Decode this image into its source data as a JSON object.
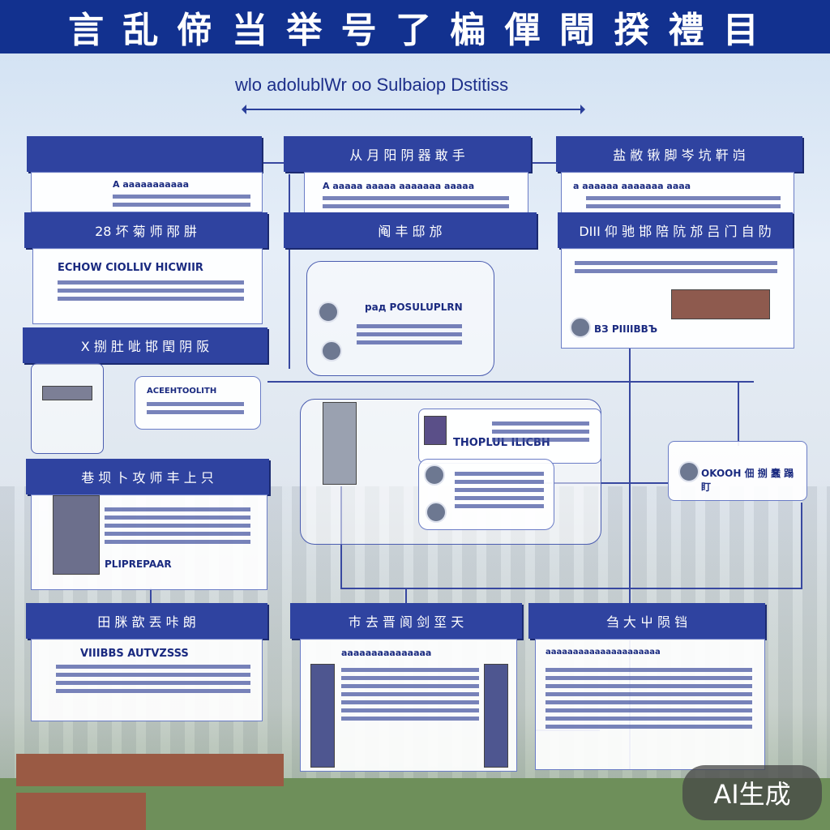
{
  "header": {
    "title": "言 乱 偙 当 举 号 了 楄 僤 閜 揆 禮 目"
  },
  "subtitle": "wlo adolublWr oo Sulbaiop Dstitiss",
  "boxes": [
    {
      "id": "b1",
      "title": "",
      "text": "A ааааааааааа"
    },
    {
      "id": "b2",
      "title": "从 月 阳 阴 器 敢 手",
      "text": "A ааааа ааааа ааааааа ааааа"
    },
    {
      "id": "b3",
      "title": "盐 敝 锹 脚 岑 坑 靬 岿",
      "text": "а аааааа ааааааа аааа"
    },
    {
      "id": "b4",
      "title": "28 坏 菊 师 邴 肼",
      "text": "ECHOW CIOLLIV HICWIIR"
    },
    {
      "id": "b5",
      "title": "阄 丰 邸 邡",
      "text": "рад POSULUPLRN"
    },
    {
      "id": "b6",
      "title": "DIII 仰 驰 邯 陪 阬 邡 吕 门 自 阞",
      "text": "ВЗ PIIIIВВЪ"
    },
    {
      "id": "b7",
      "title": "X 捌 肚 呲 邯 閏 阴 阪",
      "text": "ACEEHTOOLITH"
    },
    {
      "id": "b8",
      "title": "巷 坝 卜 攻 师 丰 上 只",
      "text": "THOPLUL ILICBH"
    },
    {
      "id": "b9",
      "title": "田 脒 歆 丟 咔 朗",
      "text": "VIIIBBS AUTVZSSS"
    },
    {
      "id": "b10",
      "title": "巿 去 晋 阆 剑 坙 天",
      "text": "ааааааааааааааа"
    },
    {
      "id": "b11",
      "title": "刍 大 屮 陨 铛",
      "text": "ааааааааааааааааааааа"
    },
    {
      "id": "b12",
      "title": "",
      "text": "OKOOH 佃 捌 蠢 蹋 盯"
    },
    {
      "id": "b13",
      "title": "",
      "text": "PLIPREPAAR"
    }
  ],
  "badge": "AI生成"
}
